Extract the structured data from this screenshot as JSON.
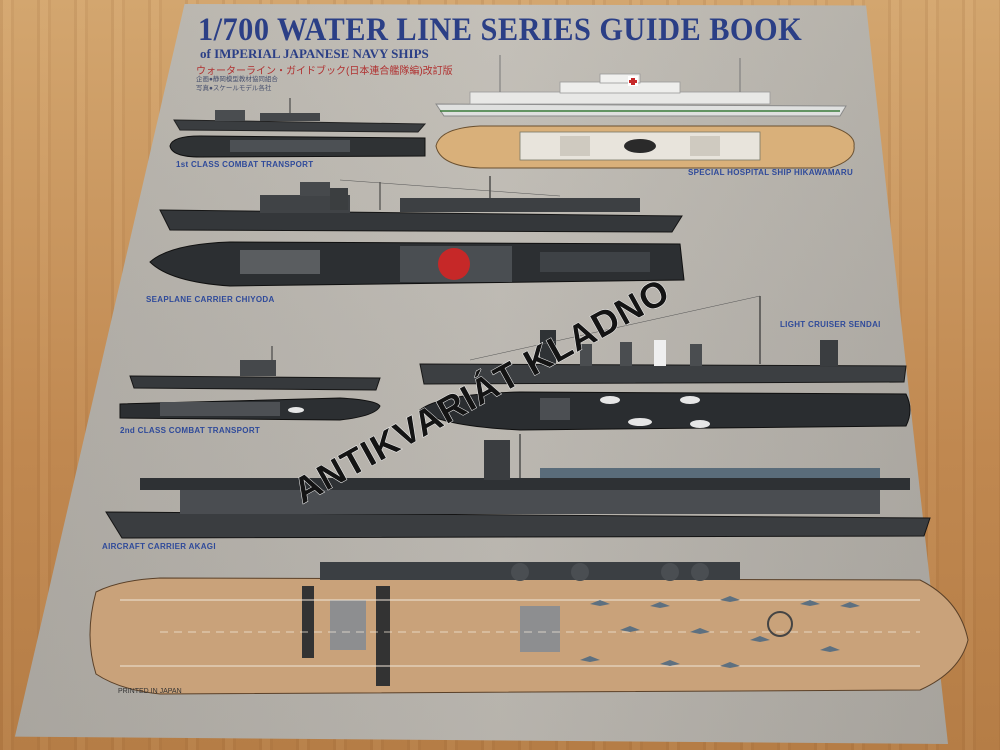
{
  "cover": {
    "title": "1/700 WATER LINE SERIES GUIDE BOOK",
    "subtitle": "of IMPERIAL JAPANESE NAVY SHIPS",
    "japanese_subtitle": "ウォーターライン・ガイドブック(日本連合艦隊編)改訂版",
    "credits_line1": "企画●静岡模型教材協同組合",
    "credits_line2": "写真●スケールモデル各社",
    "printed_note": "PRINTED IN JAPAN",
    "colors": {
      "title": "#2b3f86",
      "captions": "#2f4a9a",
      "japanese": "#b03030"
    }
  },
  "captions": {
    "transport1": "1st CLASS COMBAT TRANSPORT",
    "hospital": "SPECIAL HOSPITAL SHIP HIKAWAMARU",
    "chiyoda": "SEAPLANE CARRIER CHIYODA",
    "sendai": "LIGHT CRUISER SENDAI",
    "transport2": "2nd CLASS COMBAT TRANSPORT",
    "akagi": "AIRCRAFT CARRIER AKAGI"
  },
  "watermark": "ANTIKVARIÁT KLADNO"
}
